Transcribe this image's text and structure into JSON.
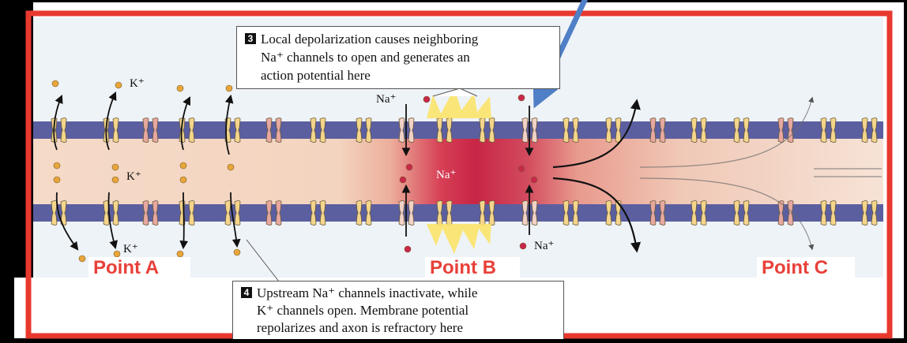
{
  "callout3": {
    "number": "3",
    "lines": [
      "Local depolarization causes neighboring",
      "Na⁺ channels to open and generates an",
      "action potential here"
    ]
  },
  "callout4": {
    "number": "4",
    "lines": [
      "Upstream Na⁺ channels inactivate, while",
      "K⁺ channels open.  Membrane potential",
      "repolarizes and axon is refractory here"
    ]
  },
  "ions": {
    "k_top": "K⁺",
    "k_middle": "K⁺",
    "k_bottom": "K⁺",
    "na_top": "Na⁺",
    "na_center": "Na⁺",
    "na_bottom": "Na⁺"
  },
  "points": {
    "a": "Point A",
    "b": "Point B",
    "c": "Point C"
  },
  "colors": {
    "frame": "#e8392f",
    "membrane": "#5b5fa0",
    "k_ion": "#e8a63a",
    "na_ion": "#c8284a",
    "axon_plasma": "#f3d6c2",
    "depolarized": "#c8284a",
    "arrow": "#4f7fc7"
  }
}
